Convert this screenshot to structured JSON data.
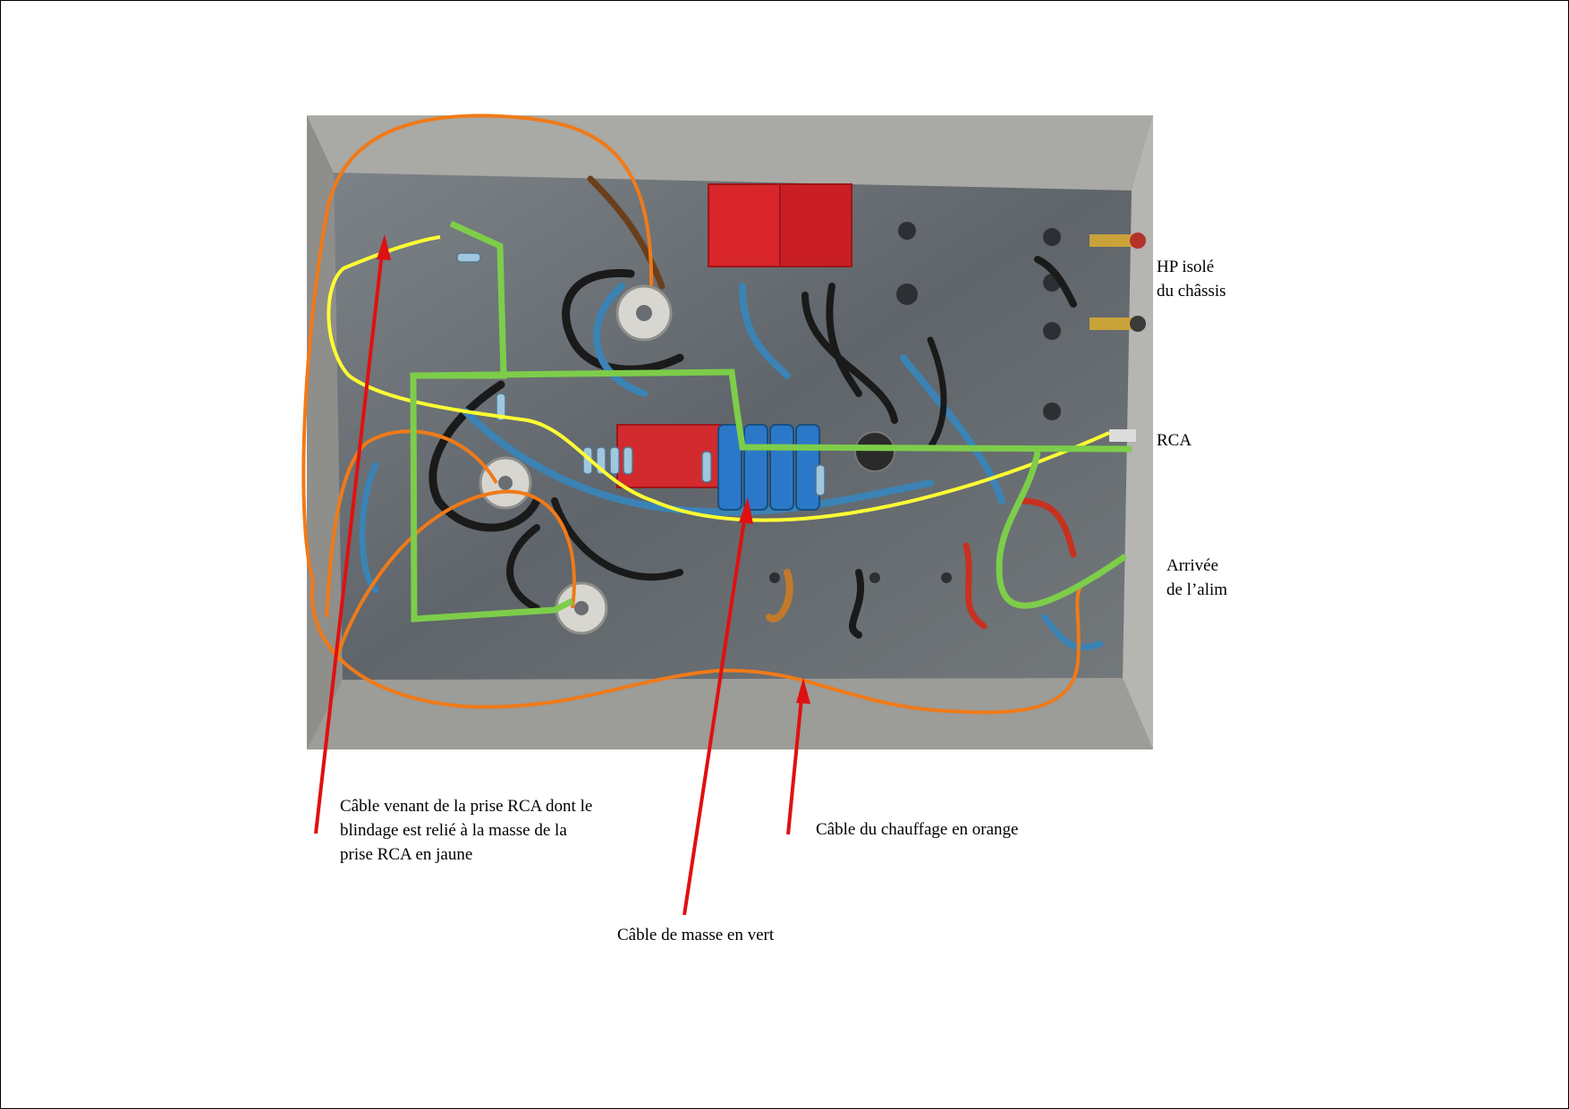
{
  "labels": {
    "hp": [
      "HP isolé",
      "du châssis"
    ],
    "rca": "RCA",
    "alim": [
      "Arrivée",
      "de l’alim"
    ],
    "cable_jaune": [
      "Câble venant de la prise RCA dont le",
      "blindage est relié à la masse de la",
      "prise RCA en jaune"
    ],
    "cable_orange": "Câble du chauffage en orange",
    "cable_vert": "Câble de masse en vert"
  },
  "colors": {
    "ground_wire": "#7dcd4a",
    "signal_wire": "#ffff33",
    "heater_wire": "#f07a18",
    "arrow": "#e01010",
    "chassis": "#9a9a98",
    "chassis_floor": "#6e7478"
  }
}
